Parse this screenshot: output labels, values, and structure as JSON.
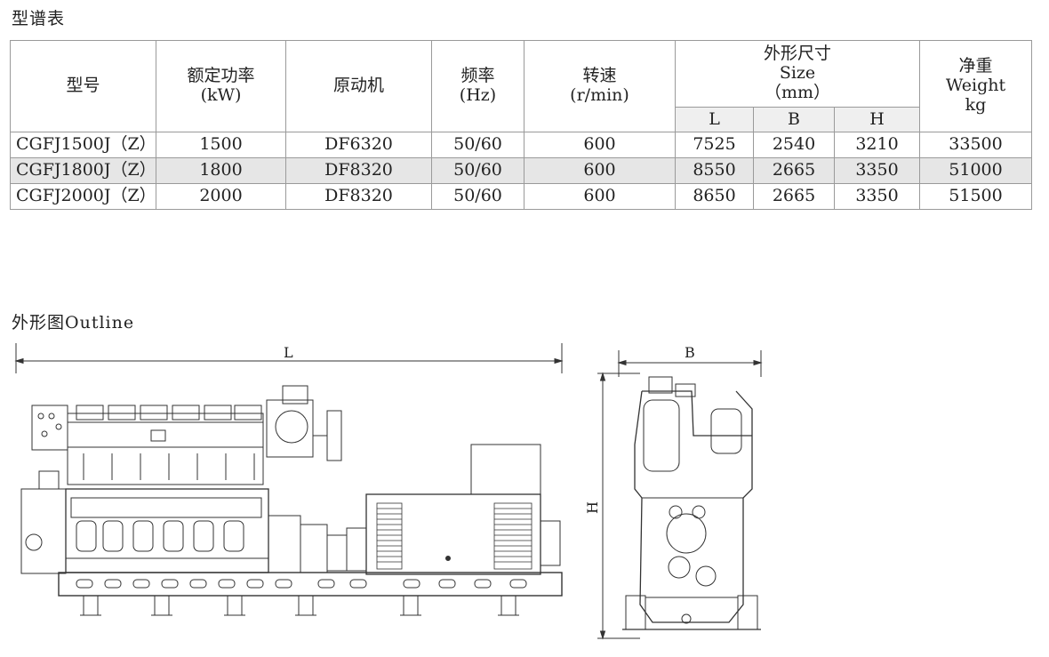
{
  "spec_title": "型谱表",
  "outline_title": "外形图Outline",
  "table": {
    "headers": {
      "model": "型号",
      "power": "额定功率\n(kW)",
      "engine": "原动机",
      "frequency": "频率\n(Hz)",
      "speed": "转速\n(r/min)",
      "size": "外形尺寸\nSize\n（mm）",
      "weight": "净重\nWeight\nkg",
      "L": "L",
      "B": "B",
      "H": "H"
    },
    "rows": [
      {
        "model": "CGFJ1500J（Z）",
        "power": "1500",
        "engine": "DF6320",
        "frequency": "50/60",
        "speed": "600",
        "L": "7525",
        "B": "2540",
        "H": "3210",
        "weight": "33500"
      },
      {
        "model": "CGFJ1800J（Z）",
        "power": "1800",
        "engine": "DF8320",
        "frequency": "50/60",
        "speed": "600",
        "L": "8550",
        "B": "2665",
        "H": "3350",
        "weight": "51000"
      },
      {
        "model": "CGFJ2000J（Z）",
        "power": "2000",
        "engine": "DF8320",
        "frequency": "50/60",
        "speed": "600",
        "L": "8650",
        "B": "2665",
        "H": "3350",
        "weight": "51500"
      }
    ]
  },
  "drawing": {
    "dim_L": "L",
    "dim_B": "B",
    "dim_H": "H"
  }
}
